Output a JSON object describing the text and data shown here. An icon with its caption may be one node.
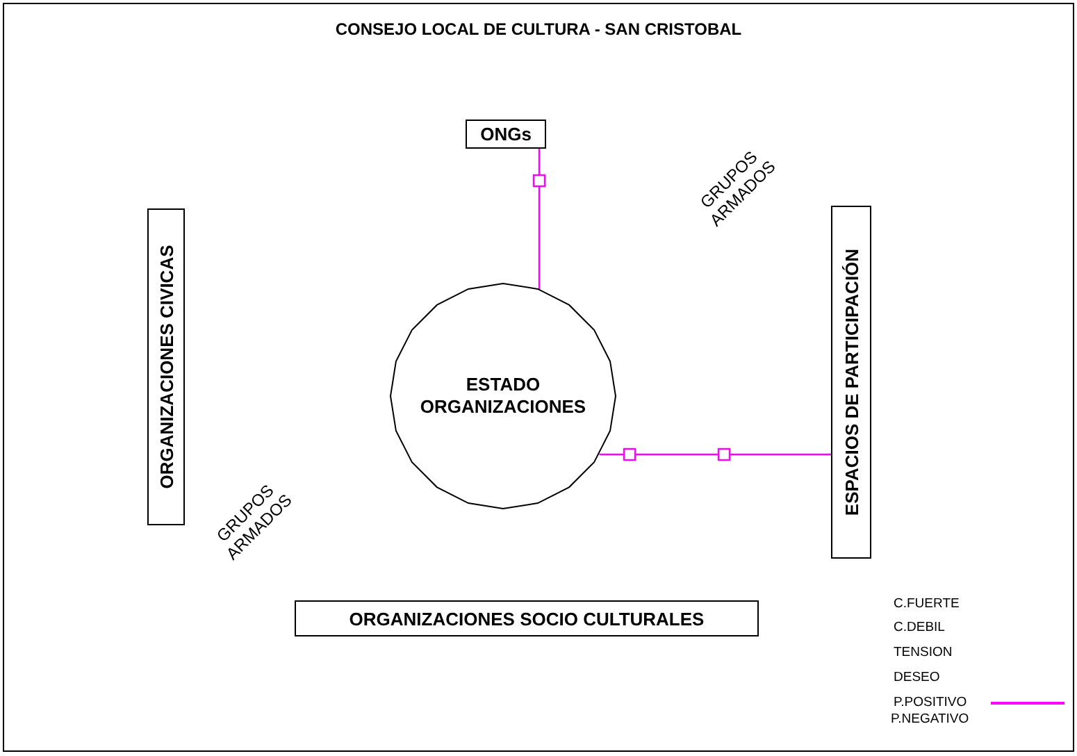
{
  "diagram": {
    "title": "CONSEJO LOCAL DE CULTURA - SAN CRISTOBAL",
    "nodes": [
      {
        "text": [
          "ONGs"
        ]
      },
      {
        "text": [
          "ORGANIZACIONES CIVICAS"
        ]
      },
      {
        "text": [
          "ESTADO ORGANIZACIONES"
        ]
      },
      {
        "text": [
          "ESPACIOS DE PARTICIPACIÓN"
        ]
      },
      {
        "text": [
          "ORGANIZACIONES SOCIO CULTURALES"
        ]
      }
    ],
    "edges": [
      {
        "from": 0,
        "to": 2,
        "arrow": "none"
      },
      {
        "from": 2,
        "to": 3,
        "arrow": "none"
      }
    ],
    "labels": [
      "GRUPOS ARMADOS",
      "GRUPOS ARMADOS"
    ],
    "legend": [
      {
        "text": "C.FUERTE"
      },
      {
        "text": "C.DEBIL"
      },
      {
        "text": "TENSION"
      },
      {
        "text": "DESEO"
      },
      {
        "text": "P.POSITIVO",
        "color": "#ff00ff"
      },
      {
        "text": "P.NEGATIVO"
      }
    ]
  }
}
